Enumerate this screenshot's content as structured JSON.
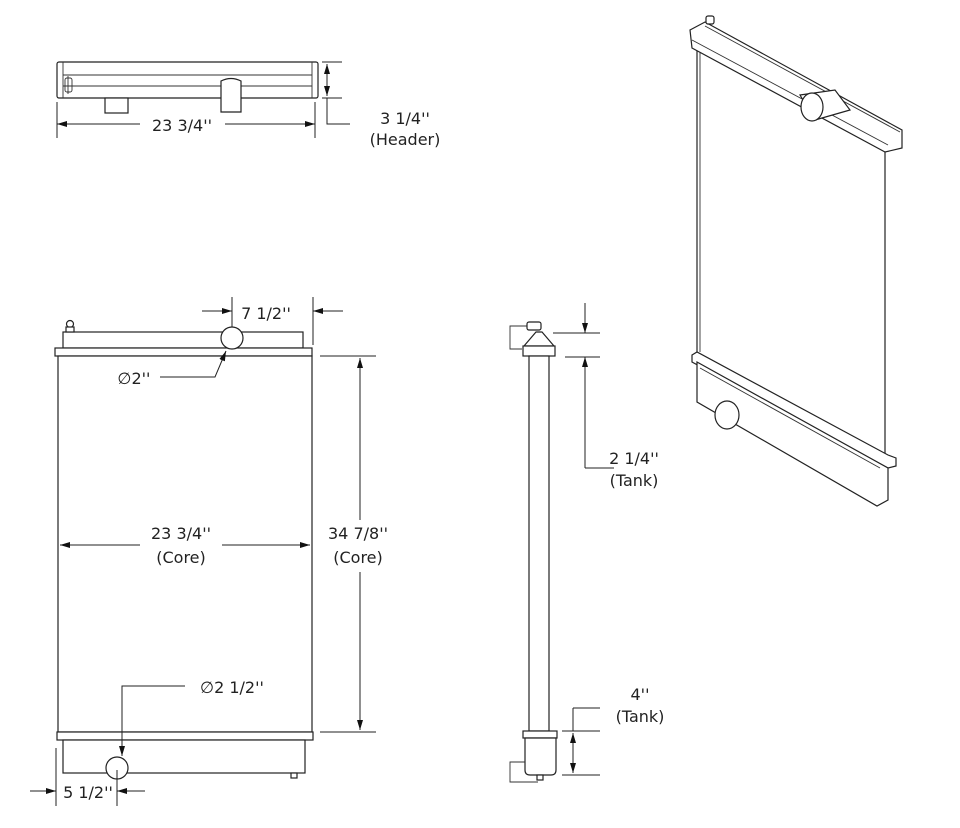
{
  "top_view": {
    "width_label": "23 3/4''",
    "height_label": "3 1/4''",
    "height_note": "(Header)"
  },
  "front_view": {
    "outlet_offset_label": "7 1/2''",
    "outlet_diameter_label": "∅2''",
    "core_width_label": "23 3/4''",
    "core_width_note": "(Core)",
    "core_height_label": "34 7/8''",
    "core_height_note": "(Core)",
    "inlet_diameter_label": "∅2 1/2''",
    "inlet_offset_label": "5 1/2''"
  },
  "side_view": {
    "top_tank_label": "2 1/4''",
    "top_tank_note": "(Tank)",
    "bottom_tank_label": "4''",
    "bottom_tank_note": "(Tank)"
  }
}
